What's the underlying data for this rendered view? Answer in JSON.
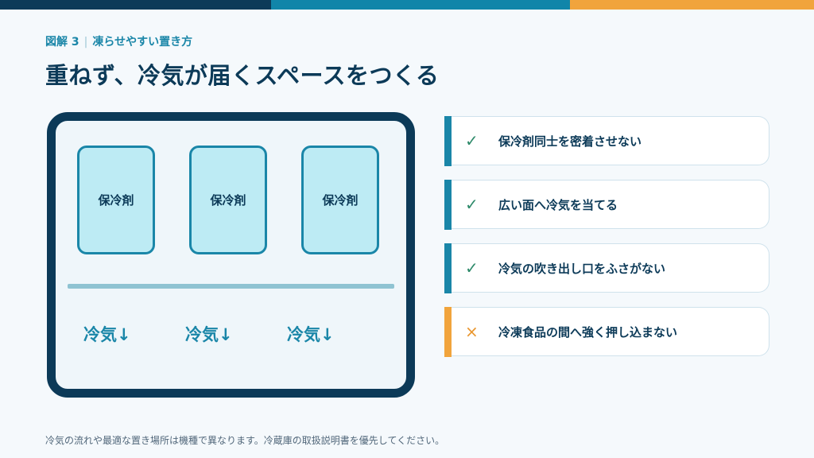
{
  "header": {
    "figure_label": "図解 3",
    "figure_topic": "凍らせやすい置き方",
    "title": "重ねず、冷気が届くスペースをつくる"
  },
  "diagram": {
    "packs": [
      "保冷剤",
      "保冷剤",
      "保冷剤"
    ],
    "airflow": [
      "冷気↓",
      "冷気↓",
      "冷気↓"
    ]
  },
  "checklist": [
    {
      "kind": "do",
      "icon": "check-icon",
      "symbol": "✓",
      "label": "保冷剤同士を密着させない"
    },
    {
      "kind": "do",
      "icon": "check-icon",
      "symbol": "✓",
      "label": "広い面へ冷気を当てる"
    },
    {
      "kind": "do",
      "icon": "check-icon",
      "symbol": "✓",
      "label": "冷気の吹き出し口をふさがない"
    },
    {
      "kind": "dont",
      "icon": "cross-icon",
      "symbol": "×",
      "label": "冷凍食品の間へ強く押し込まない"
    }
  ],
  "footnote": "冷気の流れや最適な置き場所は機種で異なります。冷蔵庫の取扱説明書を優先してください。",
  "colors": {
    "navy": "#0c3a58",
    "teal": "#1a86a8",
    "orange": "#f1a43c",
    "pack_fill": "#bdebf4",
    "check_green": "#2e8a6a"
  }
}
